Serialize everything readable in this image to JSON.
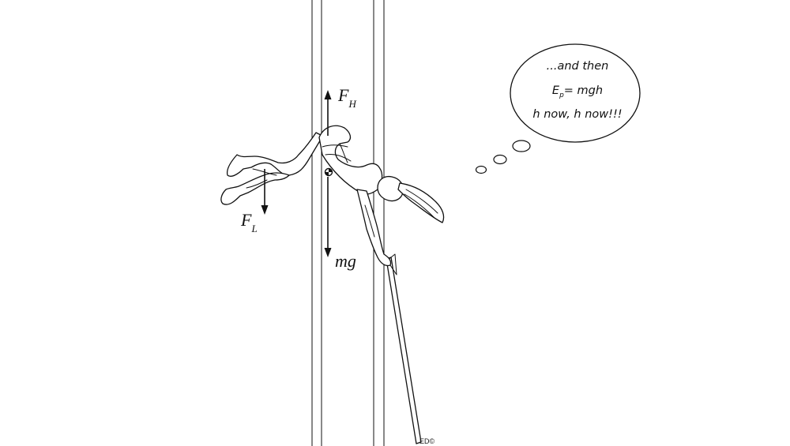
{
  "forces": {
    "lift": {
      "symbol": "F",
      "subscript": "L"
    },
    "drag": {
      "symbol": "F",
      "subscript": "H"
    },
    "gravity": {
      "label": "mg"
    }
  },
  "thought_bubble": {
    "line1": "...and then",
    "line2_symbol": "E",
    "line2_subscript": "p",
    "line2_rest": "= mgh",
    "line3": "h now, h now!!!"
  },
  "signature": "ED©"
}
